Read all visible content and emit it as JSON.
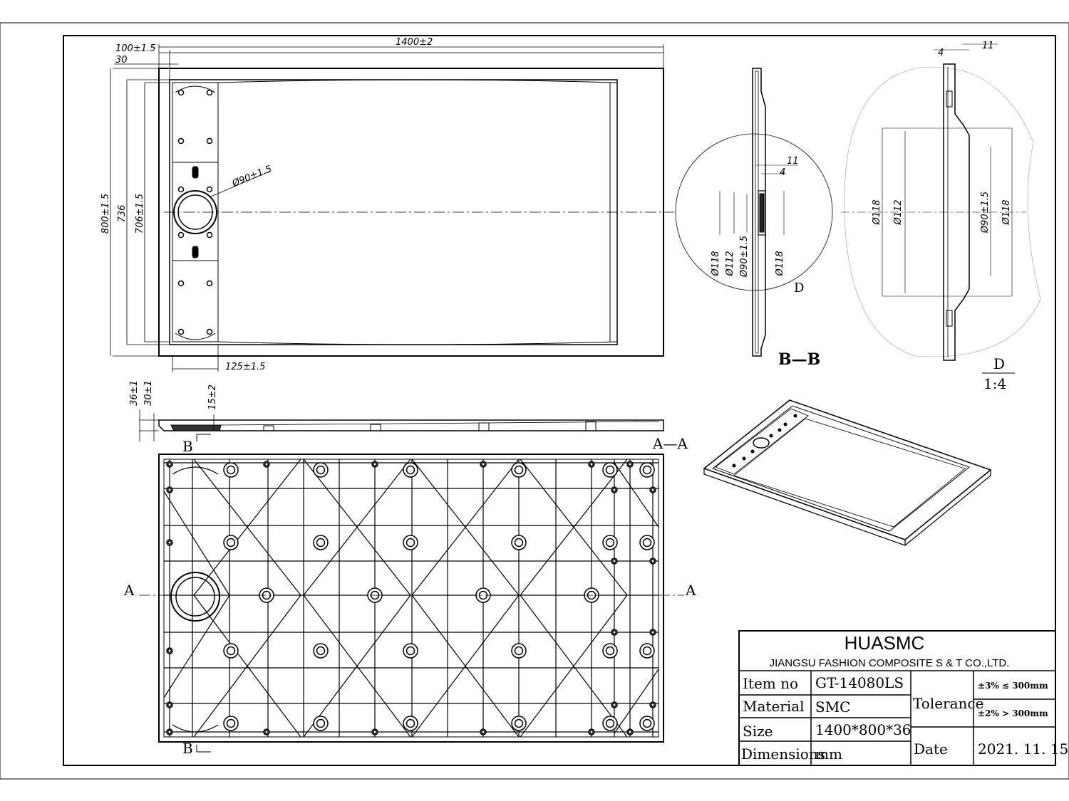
{
  "dimensions": {
    "tray_length": "1400±2",
    "edge_offset": "100±1.5",
    "lip": "30",
    "width_overall": "800±1.5",
    "width_inner": "736",
    "width_channel": "706±1.5",
    "drain_dia": "Ø90±1.5",
    "drain_offset": "125±1.5",
    "height_total": "36±1",
    "height_body": "30±1",
    "height_drain": "15±2",
    "detail_11": "11",
    "detail_4": "4",
    "detail_118": "Ø118",
    "detail_112": "Ø112",
    "detail_90": "Ø90±1.5"
  },
  "section_labels": {
    "b_section": "B—B",
    "a_section": "A—A",
    "a": "A",
    "b": "B",
    "detail_d": "D",
    "scale": "1:4"
  },
  "title_block": {
    "company_short": "HUASMC",
    "company_full": "JIANGSU FASHION COMPOSITE S & T CO.,LTD.",
    "item_no_label": "Item no",
    "item_no_value": "GT-14080LS",
    "material_label": "Material",
    "material_value": "SMC",
    "size_label": "Size",
    "size_value": "1400*800*36",
    "dimensions_label": "Dimensions",
    "dimensions_value": "mm",
    "tolerance_label": "Tolerance",
    "tolerance_small": "±3% ≤ 300mm",
    "tolerance_large": "±2% > 300mm",
    "date_label": "Date",
    "date_value": "2021. 11. 15"
  }
}
